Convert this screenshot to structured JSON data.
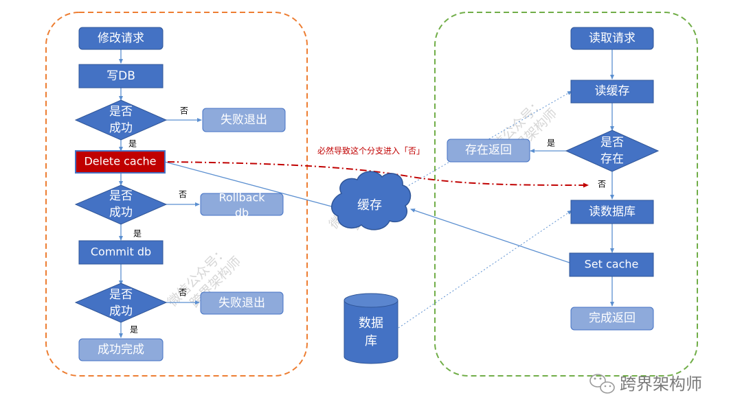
{
  "colors": {
    "node_blue": "#4472c4",
    "node_light": "#8eaadb",
    "node_red": "#c00000",
    "edge": "#5b8fd0",
    "left_border": "#ed7d31",
    "right_border": "#70ad47",
    "red_dash": "#c00000"
  },
  "left": {
    "modify_request": "修改请求",
    "write_db": "写DB",
    "decision_1": [
      "是否",
      "成功"
    ],
    "no_1": "否",
    "fail_exit_1": "失败退出",
    "yes_1": "是",
    "delete_cache": "Delete cache",
    "decision_2": [
      "是否",
      "成功"
    ],
    "no_2": "否",
    "rollback": [
      "Rollback",
      "db"
    ],
    "yes_2": "是",
    "commit_db": "Commit db",
    "decision_3": [
      "是否",
      "成功"
    ],
    "no_3": "否",
    "fail_exit_3": "失败退出",
    "yes_3": "是",
    "success_done": "成功完成"
  },
  "middle": {
    "cache": "缓存",
    "database": [
      "数据",
      "库"
    ],
    "annotation": "必然导致这个分支进入「否」"
  },
  "right": {
    "read_request": "读取请求",
    "read_cache": "读缓存",
    "decision_exist": [
      "是否",
      "存在"
    ],
    "yes": "是",
    "exists_return": "存在返回",
    "no": "否",
    "read_db": "读数据库",
    "set_cache": "Set cache",
    "done_return": "完成返回"
  },
  "watermark": {
    "line1": "微信公众号：",
    "line2": "跨界架构师"
  },
  "logo": {
    "text": "跨界架构师",
    "icon": "wechat-icon"
  }
}
